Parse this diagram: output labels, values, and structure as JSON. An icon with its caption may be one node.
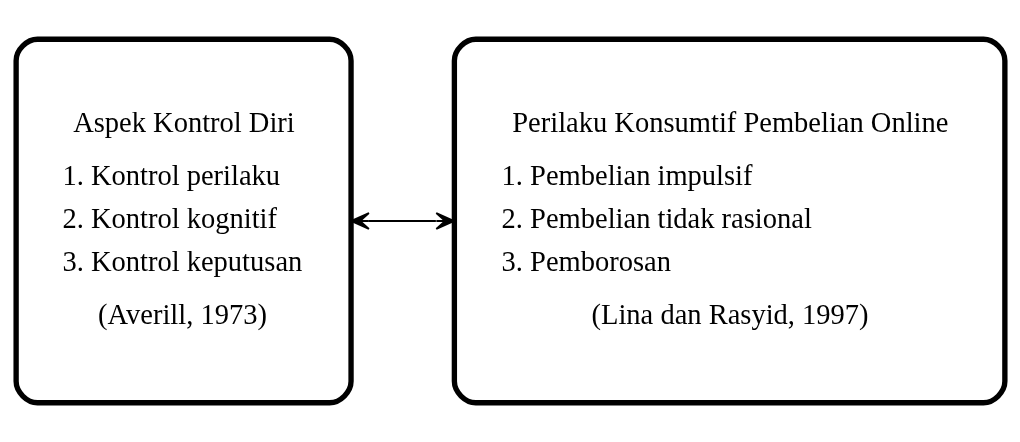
{
  "diagram": {
    "nodes": [
      {
        "text": [
          "Aspek Kontrol Diri",
          "1. Kontrol perilaku",
          "2. Kontrol kognitif",
          "3. Kontrol keputusan",
          "(Averill, 1973)"
        ]
      },
      {
        "text": [
          "Perilaku Konsumtif Pembelian Online",
          "1. Pembelian impulsif",
          "2. Pembelian tidak rasional",
          "3. Pemborosan",
          "(Lina dan Rasyid, 1997)"
        ]
      }
    ],
    "edges": [
      {
        "from": 0,
        "to": 1,
        "arrow": "both"
      }
    ]
  }
}
